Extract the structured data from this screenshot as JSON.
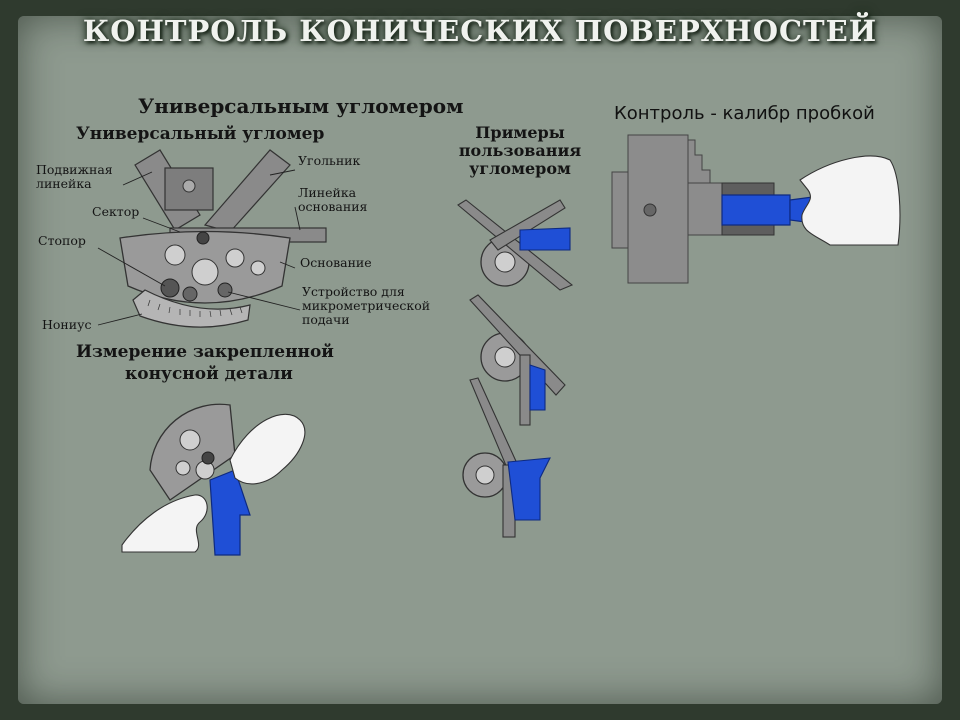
{
  "slide": {
    "title": "КОНТРОЛЬ КОНИЧЕСКИХ ПОВЕРХНОСТЕЙ",
    "heading_main": "Универсальным угломером",
    "heading_sub": "Универсальный угломер",
    "heading_examples": [
      "Примеры",
      "пользования",
      "угломером"
    ],
    "heading_measure": [
      "Измерение закрепленной",
      "конусной детали"
    ],
    "heading_gauge": "Контроль - калибр пробкой"
  },
  "labels": {
    "movable_ruler": [
      "Подвижная",
      "линейка"
    ],
    "sector": "Сектор",
    "stopper": "Стопор",
    "vernier": "Нониус",
    "square": "Угольник",
    "base_ruler": [
      "Линейка",
      "основания"
    ],
    "base": "Основание",
    "micro_feed": [
      "Устройство для",
      "микрометрической",
      "подачи"
    ]
  },
  "colors": {
    "background_paper": "#8e9a8f",
    "accent_blue": "#1f4fd6",
    "metal_gray": "#8a8a8a"
  }
}
